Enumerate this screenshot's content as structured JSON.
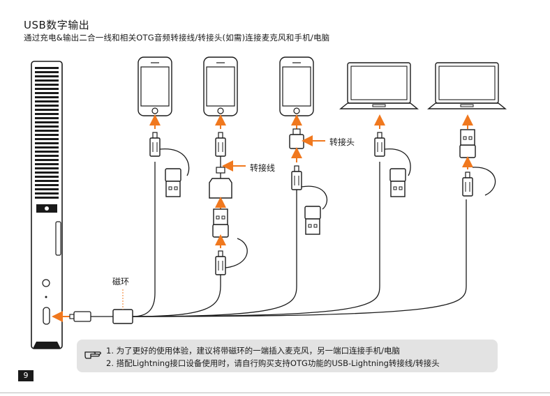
{
  "header": {
    "title": "USB数字输出",
    "subtitle": "通过充电&输出二合一线和相关OTG音频转接线/转接头(如需)连接麦克风和手机/电脑"
  },
  "labels": {
    "adapter_head": "转接头",
    "adapter_cable": "转接线",
    "ferrite": "磁环"
  },
  "notes": {
    "line1": "1. 为了更好的使用体验，建议将带磁环的一端插入麦克风，另一端口连接手机/电脑",
    "line2": "2. 搭配Lightning接口设备使用时，请自行购买支持OTG功能的USB-Lightning转接线/转接头"
  },
  "page_number": "9",
  "colors": {
    "arrow": "#f0781e",
    "ink": "#1a1a1a",
    "note_bg": "#e3e3e3"
  },
  "icons": {
    "note": "pointing-hand-icon"
  }
}
